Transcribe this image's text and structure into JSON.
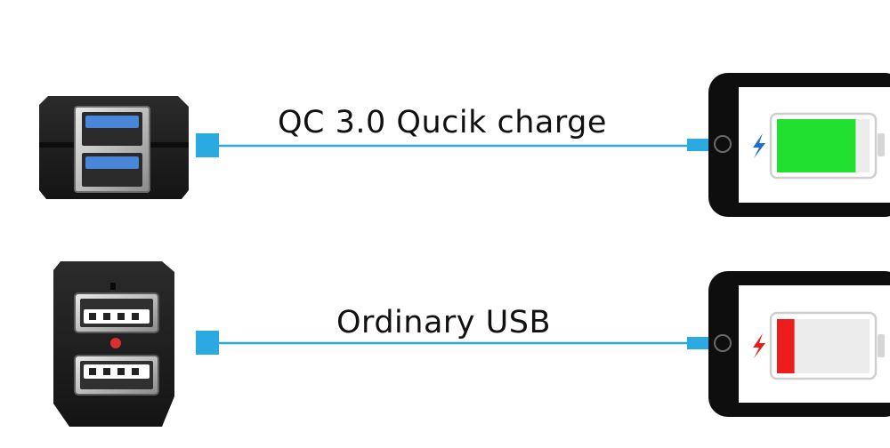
{
  "rows": [
    {
      "label": "QC 3.0 Qucik charge",
      "port_color": "#4a86d8",
      "battery_level": 0.9,
      "battery_fill": "#22e030",
      "bolt_color": "#1f6fd1"
    },
    {
      "label": "Ordinary USB",
      "port_color": "#ffffff",
      "battery_level": 0.2,
      "battery_fill": "#ee1c1c",
      "bolt_color": "#e02020"
    }
  ],
  "colors": {
    "cable": "#2aa7df",
    "connector": "#2aaae0",
    "device_body": "#1b1b1b",
    "indicator_led": "#d93030"
  },
  "icons": [
    "dual-usb-socket-icon",
    "lightning-bolt-icon",
    "battery-icon",
    "phone-icon"
  ]
}
